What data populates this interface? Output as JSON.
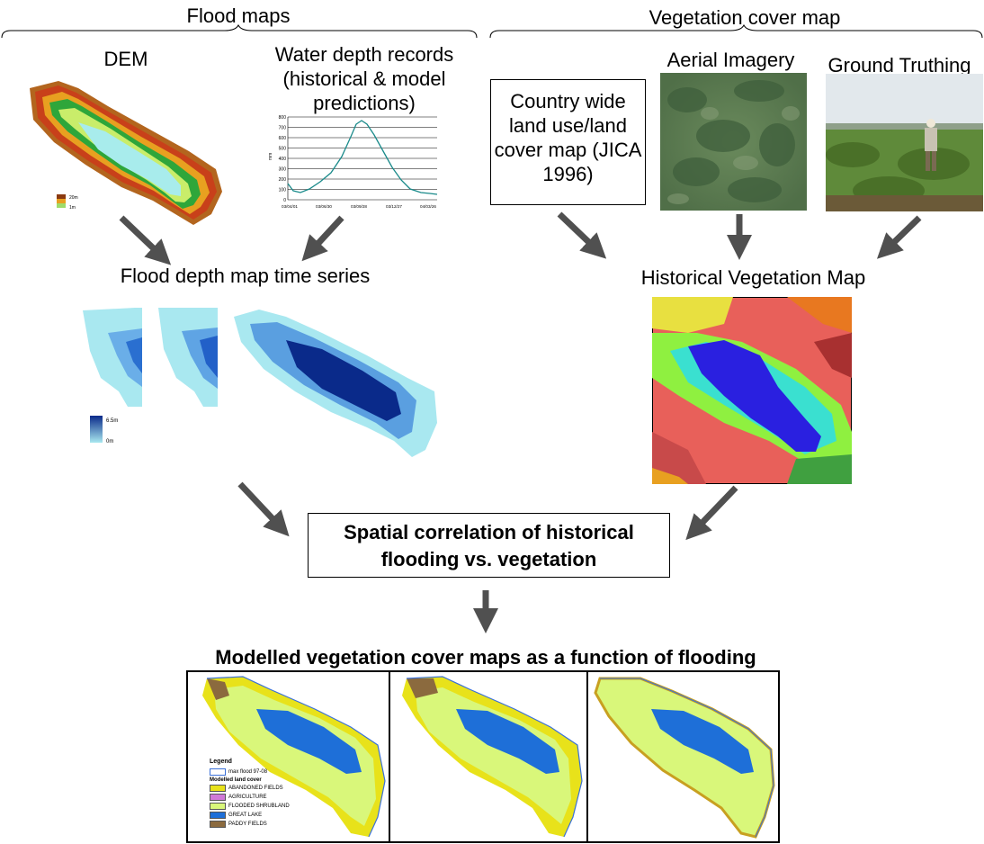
{
  "flood_section": {
    "title": "Flood maps",
    "dem_label": "DEM",
    "water_depth_label": "Water depth records (historical & model predictions)",
    "dem_legend": {
      "high": "20m",
      "low": "1m"
    },
    "hydrograph": {
      "y_ticks": [
        "800",
        "700",
        "600",
        "500",
        "400",
        "300",
        "200",
        "100",
        "0"
      ],
      "y_unit": "mm",
      "x_ticks": [
        "03/04/01",
        "03/06/30",
        "03/09/28",
        "03/12/27",
        "04/03/26"
      ]
    },
    "flood_series_label": "Flood depth map time series",
    "depth_legend": {
      "high": "6.5m",
      "low": "0m"
    }
  },
  "vegetation_section": {
    "title": "Vegetation cover map",
    "landuse_box": "Country wide land use/land cover map (JICA 1996)",
    "aerial_label": "Aerial Imagery",
    "ground_label": "Ground Truthing",
    "historical_map_label": "Historical Vegetation Map"
  },
  "correlation_box": "Spatial correlation of historical flooding vs. vegetation",
  "output_title": "Modelled vegetation cover maps as a function of flooding",
  "map_legend": {
    "title": "Legend",
    "max_flood": "max flood 97-08",
    "subtitle": "Modelled land cover",
    "items": [
      {
        "label": "ABANDONED FIELDS",
        "color": "#e8e21a"
      },
      {
        "label": "AGRICULTURE",
        "color": "#d07ad8"
      },
      {
        "label": "FLOODED SHRUBLAND",
        "color": "#d9f77a"
      },
      {
        "label": "GREAT LAKE",
        "color": "#1e6fd8"
      },
      {
        "label": "PADDY FIELDS",
        "color": "#8b6a3e"
      }
    ]
  },
  "colors": {
    "arrow": "#505050",
    "lake_blue": "#1e6fd8",
    "flood_dark": "#0a2a8a",
    "flood_light": "#a9e8f0"
  }
}
